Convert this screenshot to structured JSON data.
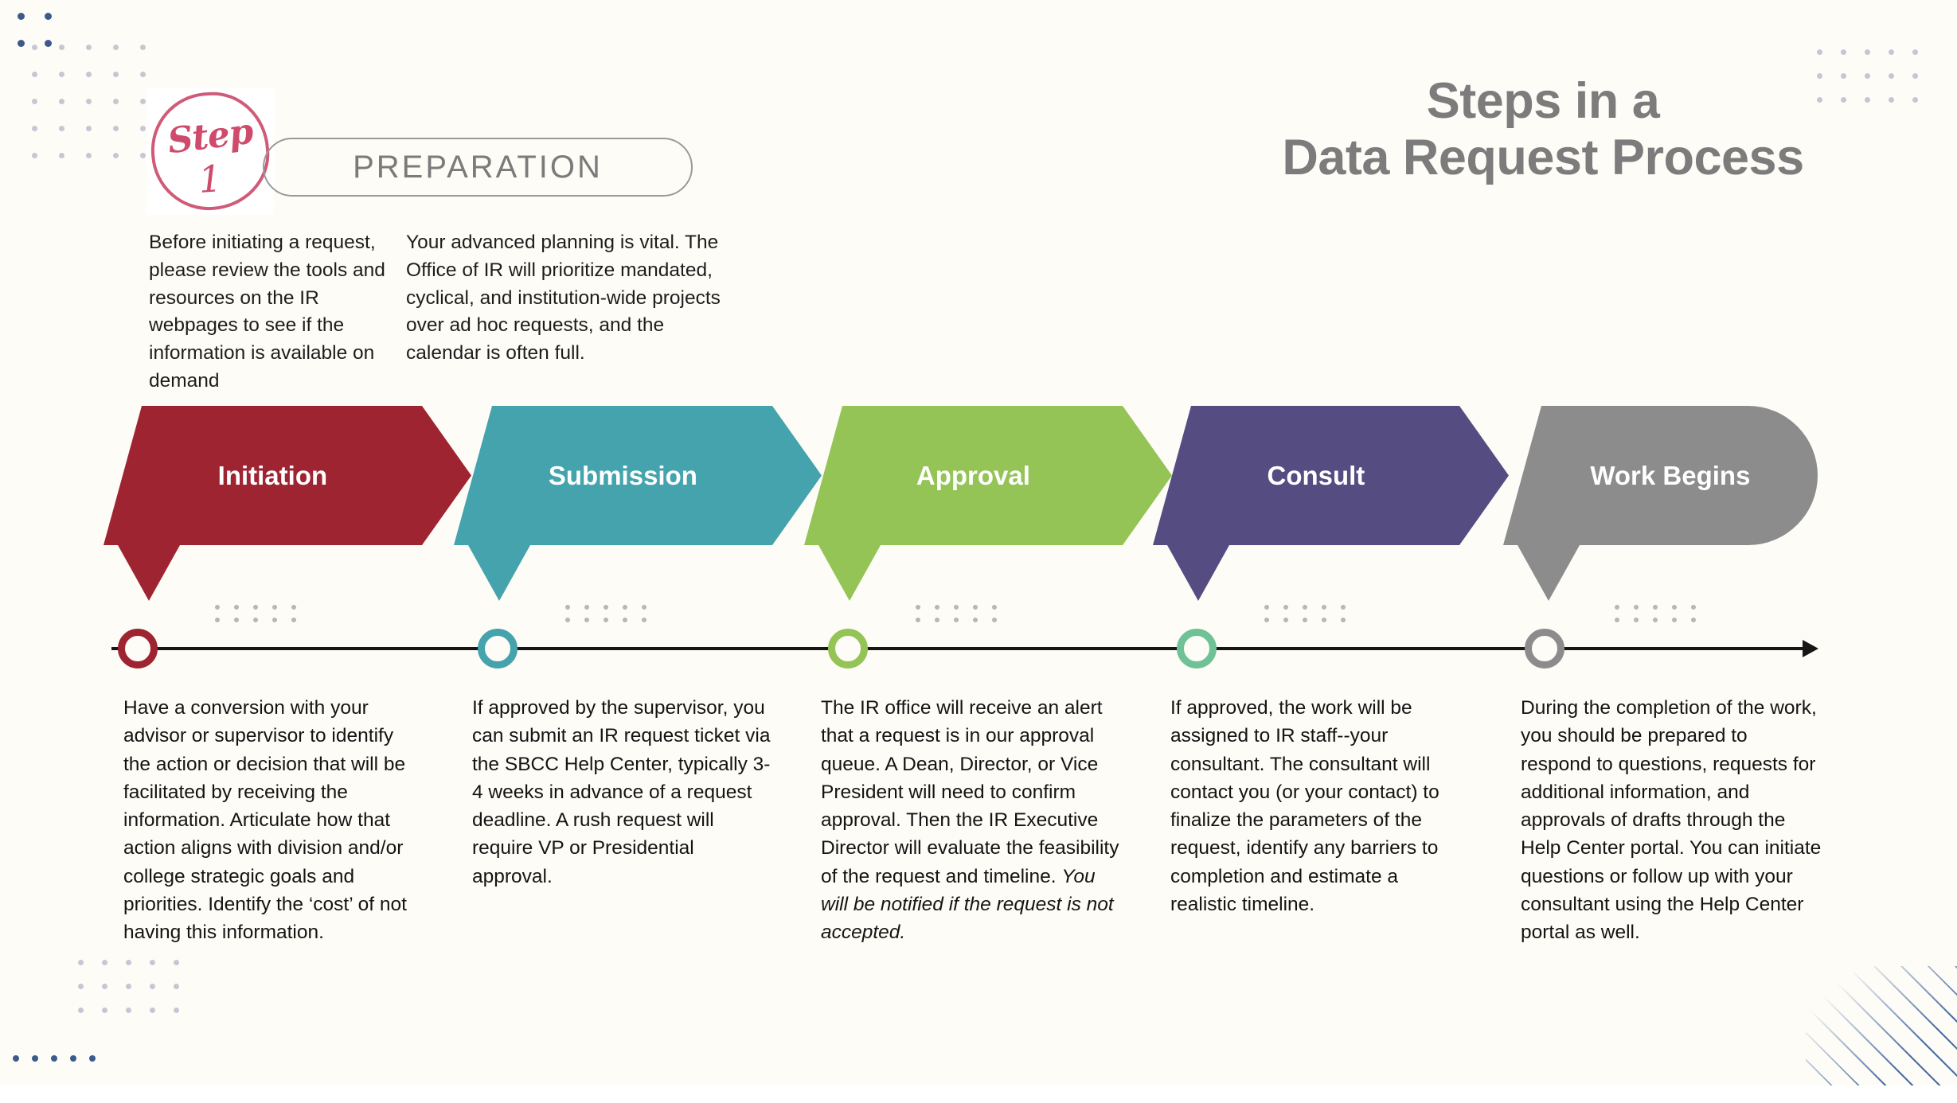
{
  "title": {
    "line1": "Steps in a",
    "line2": "Data Request Process"
  },
  "step_badge": {
    "word": "Step",
    "number": "1"
  },
  "preparation": {
    "pill_label": "PREPARATION",
    "paragraphs": [
      "Before initiating a request, please review the tools and resources on the IR webpages to see if the information is available on demand",
      "Your advanced planning is  vital. The Office of IR will prioritize mandated, cyclical, and institution-wide projects over ad hoc requests, and the calendar is often full."
    ]
  },
  "stages": [
    {
      "label": "Initiation",
      "color": "#9e2432",
      "marker_color": "#9e2432",
      "shape": "chevron",
      "description": "Have a conversion with your advisor or supervisor to identify the action or decision that will be facilitated by receiving the information. Articulate how that action aligns with division and/or college strategic goals and priorities. Identify the ‘cost’ of not having this information.",
      "description_italic": ""
    },
    {
      "label": "Submission",
      "color": "#44a3ac",
      "marker_color": "#44a3ac",
      "shape": "chevron",
      "description": "If approved by the supervisor, you can submit an IR request ticket via the SBCC Help Center, typically 3-4 weeks in advance of a request deadline. A rush request will require VP or Presidential approval.",
      "description_italic": ""
    },
    {
      "label": "Approval",
      "color": "#94c356",
      "marker_color": "#94c356",
      "shape": "chevron",
      "description": "The IR office will receive an alert that a request is in our approval queue. A Dean, Director, or Vice President will need to confirm approval. Then the IR Executive Director will evaluate the feasibility of the request and timeline. ",
      "description_italic": "You will be notified if the request is not accepted."
    },
    {
      "label": "Consult",
      "color": "#554c82",
      "marker_color": "#6fc295",
      "shape": "chevron",
      "description": "If approved, the work will be assigned to IR staff--your consultant. The consultant will contact you (or your contact) to finalize the parameters of the request, identify any barriers to completion and estimate a realistic timeline.",
      "description_italic": ""
    },
    {
      "label": "Work Begins",
      "color": "#8c8c8c",
      "marker_color": "#8c8c8c",
      "shape": "rounded",
      "description": "During the completion of the work, you should be prepared to respond to questions, requests for additional information, and approvals of drafts through the Help Center portal. You can initiate questions or follow up with your consultant using the Help Center portal as well.",
      "description_italic": ""
    }
  ],
  "decor": {
    "dot_color_blue": "#3d5a8c",
    "dot_color_gray": "#c9c6d4",
    "hatch_color": "#4a6ea8",
    "timeline_color": "#161616",
    "background": "#fefcf6"
  }
}
